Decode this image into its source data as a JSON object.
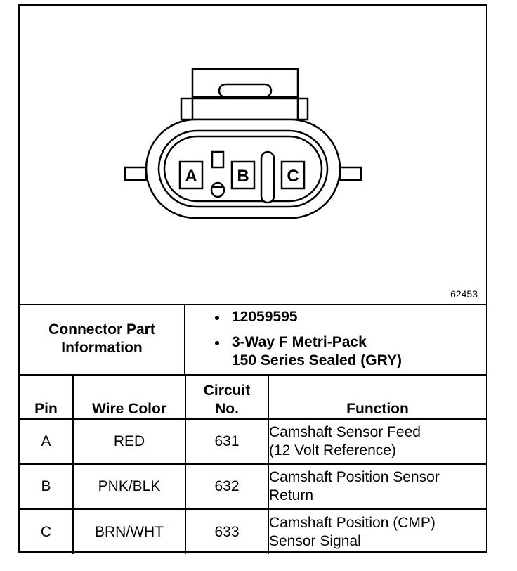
{
  "figure": {
    "id": "62453",
    "pin_labels": [
      "A",
      "B",
      "C"
    ]
  },
  "connector_info": {
    "label_line1": "Connector Part",
    "label_line2": "Information",
    "part_number": "12059595",
    "description_line1": "3-Way F Metri-Pack",
    "description_line2": "150 Series Sealed (GRY)"
  },
  "table": {
    "headers": {
      "pin": "Pin",
      "wire_color": "Wire Color",
      "circuit_line1": "Circuit",
      "circuit_line2": "No.",
      "function": "Function"
    },
    "rows": [
      {
        "pin": "A",
        "wire_color": "RED",
        "circuit": "631",
        "function_line1": "Camshaft Sensor Feed",
        "function_line2": "(12 Volt Reference)"
      },
      {
        "pin": "B",
        "wire_color": "PNK/BLK",
        "circuit": "632",
        "function_line1": "Camshaft Position Sensor",
        "function_line2": "Return"
      },
      {
        "pin": "C",
        "wire_color": "BRN/WHT",
        "circuit": "633",
        "function_line1": "Camshaft Position (CMP)",
        "function_line2": "Sensor Signal"
      }
    ]
  }
}
